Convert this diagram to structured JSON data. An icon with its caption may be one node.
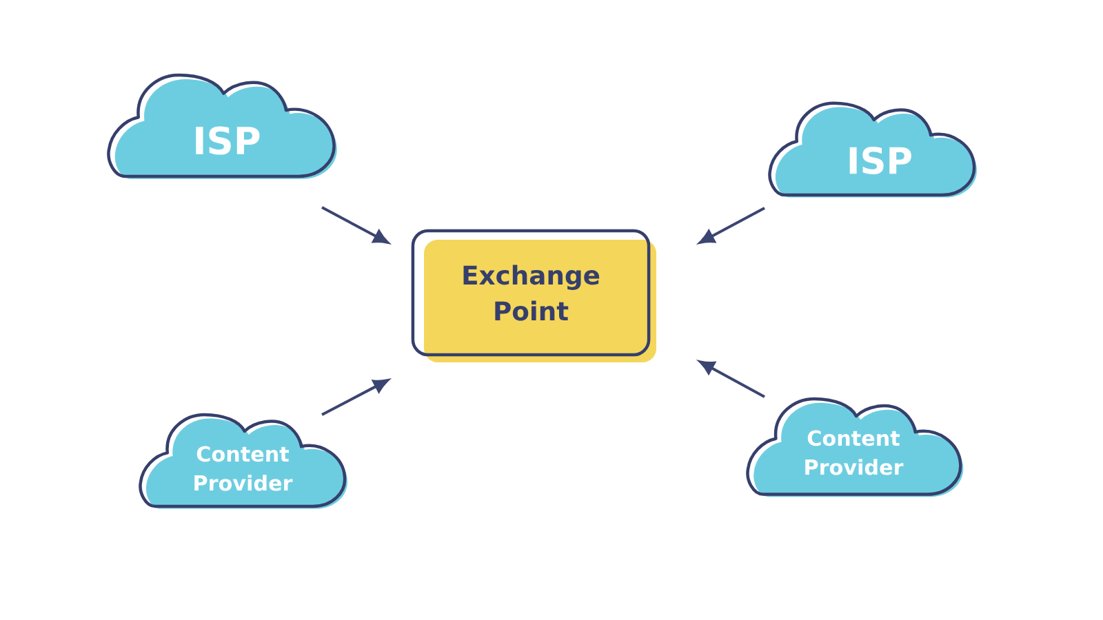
{
  "diagram": {
    "nodes": [
      {
        "text": [
          "ISP"
        ]
      },
      {
        "text": [
          "ISP"
        ]
      },
      {
        "text": [
          "Exchange Point"
        ]
      },
      {
        "text": [
          "Content Provider"
        ]
      },
      {
        "text": [
          "Content Provider"
        ]
      }
    ],
    "edges": [
      {
        "from": 0,
        "to": 2,
        "arrow": "to"
      },
      {
        "from": 1,
        "to": 2,
        "arrow": "to"
      },
      {
        "from": 3,
        "to": 2,
        "arrow": "to"
      },
      {
        "from": 4,
        "to": 2,
        "arrow": "to"
      }
    ]
  }
}
